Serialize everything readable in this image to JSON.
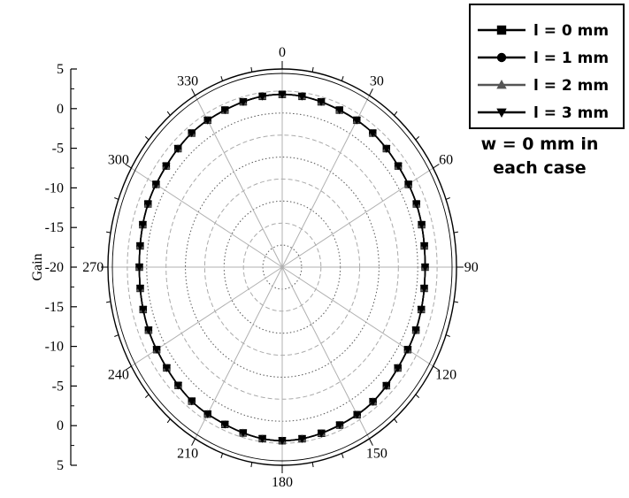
{
  "chart_data": {
    "type": "polar-line",
    "ylabel": "Gain",
    "angle_ticks": [
      "0",
      "30",
      "60",
      "90",
      "120",
      "150",
      "180",
      "210",
      "240",
      "270",
      "300",
      "330"
    ],
    "angle_step_deg": 30,
    "radial_range": [
      -20,
      5
    ],
    "radial_tick_labels_top": [
      "5",
      "0",
      "-5",
      "-10",
      "-15",
      "-20"
    ],
    "radial_tick_labels_bottom": [
      "-15",
      "-10",
      "-5",
      "0",
      "5"
    ],
    "grid": true,
    "legend_position": "top-right",
    "series": [
      {
        "name": "l = 0 mm",
        "marker": "square",
        "color": "#000000",
        "angles": [
          0,
          30,
          60,
          90,
          120,
          150,
          180,
          210,
          240,
          270,
          300,
          330
        ],
        "values": [
          1.8,
          1.4,
          0.9,
          0.5,
          0.8,
          1.5,
          1.9,
          1.4,
          0.8,
          0.5,
          0.9,
          1.4
        ]
      },
      {
        "name": "l = 1 mm",
        "marker": "circle",
        "color": "#000000",
        "angles": [
          0,
          30,
          60,
          90,
          120,
          150,
          180,
          210,
          240,
          270,
          300,
          330
        ],
        "values": [
          1.8,
          1.4,
          0.9,
          0.5,
          0.8,
          1.5,
          1.9,
          1.4,
          0.8,
          0.5,
          0.9,
          1.4
        ]
      },
      {
        "name": "l = 2 mm",
        "marker": "triangle-up",
        "color": "#555555",
        "angles": [
          0,
          30,
          60,
          90,
          120,
          150,
          180,
          210,
          240,
          270,
          300,
          330
        ],
        "values": [
          1.8,
          1.4,
          0.9,
          0.5,
          0.8,
          1.5,
          1.9,
          1.4,
          0.8,
          0.5,
          0.9,
          1.4
        ]
      },
      {
        "name": "l = 3 mm",
        "marker": "triangle-down",
        "color": "#000000",
        "angles": [
          0,
          30,
          60,
          90,
          120,
          150,
          180,
          210,
          240,
          270,
          300,
          330
        ],
        "values": [
          1.8,
          1.4,
          0.9,
          0.5,
          0.8,
          1.5,
          1.9,
          1.4,
          0.8,
          0.5,
          0.9,
          1.4
        ]
      }
    ],
    "annotation": [
      "w = 0 mm in",
      "each case"
    ]
  }
}
